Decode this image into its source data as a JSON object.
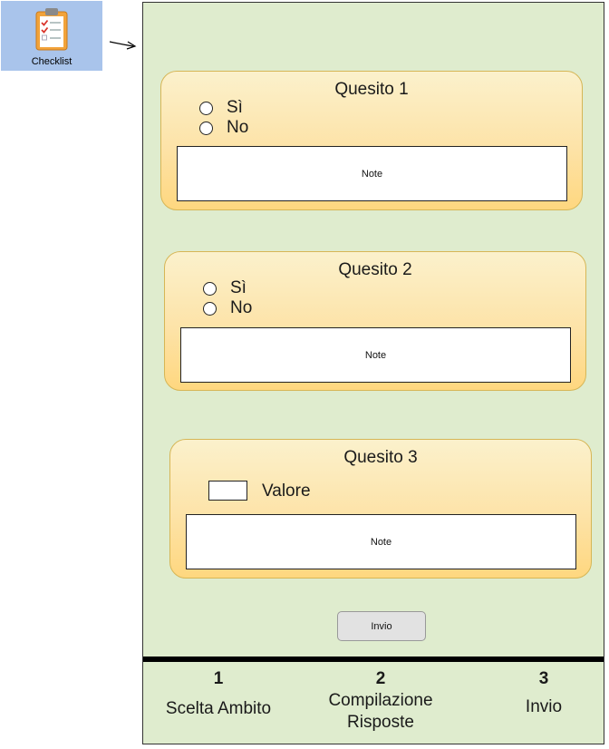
{
  "app": {
    "label": "Checklist",
    "icon": "clipboard-checklist-icon"
  },
  "questions": [
    {
      "title": "Quesito 1",
      "options": [
        "Sì",
        "No"
      ],
      "notes": "Note"
    },
    {
      "title": "Quesito 2",
      "options": [
        "Sì",
        "No"
      ],
      "notes": "Note"
    },
    {
      "title": "Quesito 3",
      "value_label": "Valore",
      "notes": "Note"
    }
  ],
  "send_button": "Invio",
  "steps": [
    {
      "number": "1",
      "label": "Scelta Ambito"
    },
    {
      "number": "2",
      "label": "Compilazione Risposte"
    },
    {
      "number": "3",
      "label": "Invio"
    }
  ],
  "colors": {
    "screen_bg": "#dfecce",
    "card_top": "#fbf1cc",
    "card_bottom": "#fed77f",
    "card_border": "#d6b656",
    "app_tile": "#a9c4eb"
  }
}
